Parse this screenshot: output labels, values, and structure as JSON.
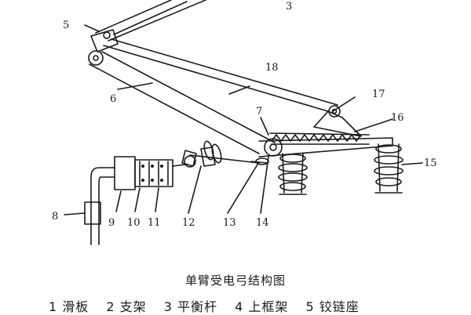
{
  "diagram": {
    "title": "单臂受电弓结构图",
    "callouts": [
      "3",
      "5",
      "6",
      "7",
      "8",
      "9",
      "10",
      "11",
      "12",
      "13",
      "14",
      "15",
      "16",
      "17",
      "18"
    ],
    "legend": [
      "1 滑板",
      "2 支架",
      "3 平衡杆",
      "4 上框架",
      "5 铰链座"
    ]
  }
}
